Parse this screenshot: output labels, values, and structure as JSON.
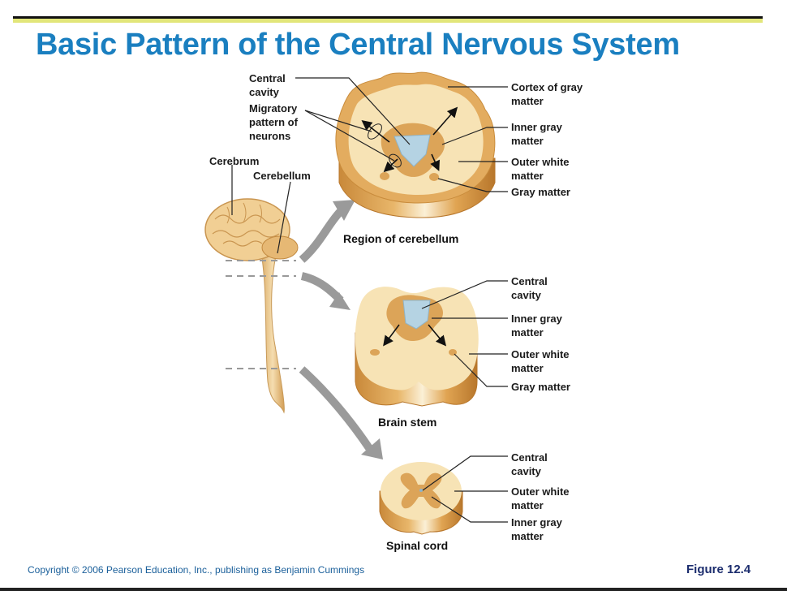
{
  "title": "Basic Pattern of the Central Nervous System",
  "brain_labels": {
    "cerebrum": "Cerebrum",
    "cerebellum": "Cerebellum"
  },
  "cerebellum_region": {
    "caption": "Region of cerebellum",
    "labels": {
      "central_cavity": "Central cavity",
      "migratory_pattern": "Migratory pattern of neurons",
      "cortex_gray": "Cortex of gray matter",
      "inner_gray": "Inner gray matter",
      "outer_white": "Outer white matter",
      "gray_matter": "Gray matter"
    }
  },
  "brain_stem": {
    "caption": "Brain stem",
    "labels": {
      "central_cavity": "Central cavity",
      "inner_gray": "Inner gray matter",
      "outer_white": "Outer white matter",
      "gray_matter": "Gray matter"
    }
  },
  "spinal_cord": {
    "caption": "Spinal cord",
    "labels": {
      "central_cavity": "Central cavity",
      "outer_white": "Outer white matter",
      "inner_gray": "Inner gray matter"
    }
  },
  "footer": {
    "copyright": "Copyright © 2006 Pearson Education, Inc., publishing as Benjamin Cummings",
    "figure": "Figure 12.4"
  },
  "colors": {
    "title": "#1a7fc0",
    "white_matter": "#f7e3b5",
    "gray_matter": "#dca458",
    "cavity": "#b5d3e3",
    "arrow": "#9a9a9a"
  }
}
